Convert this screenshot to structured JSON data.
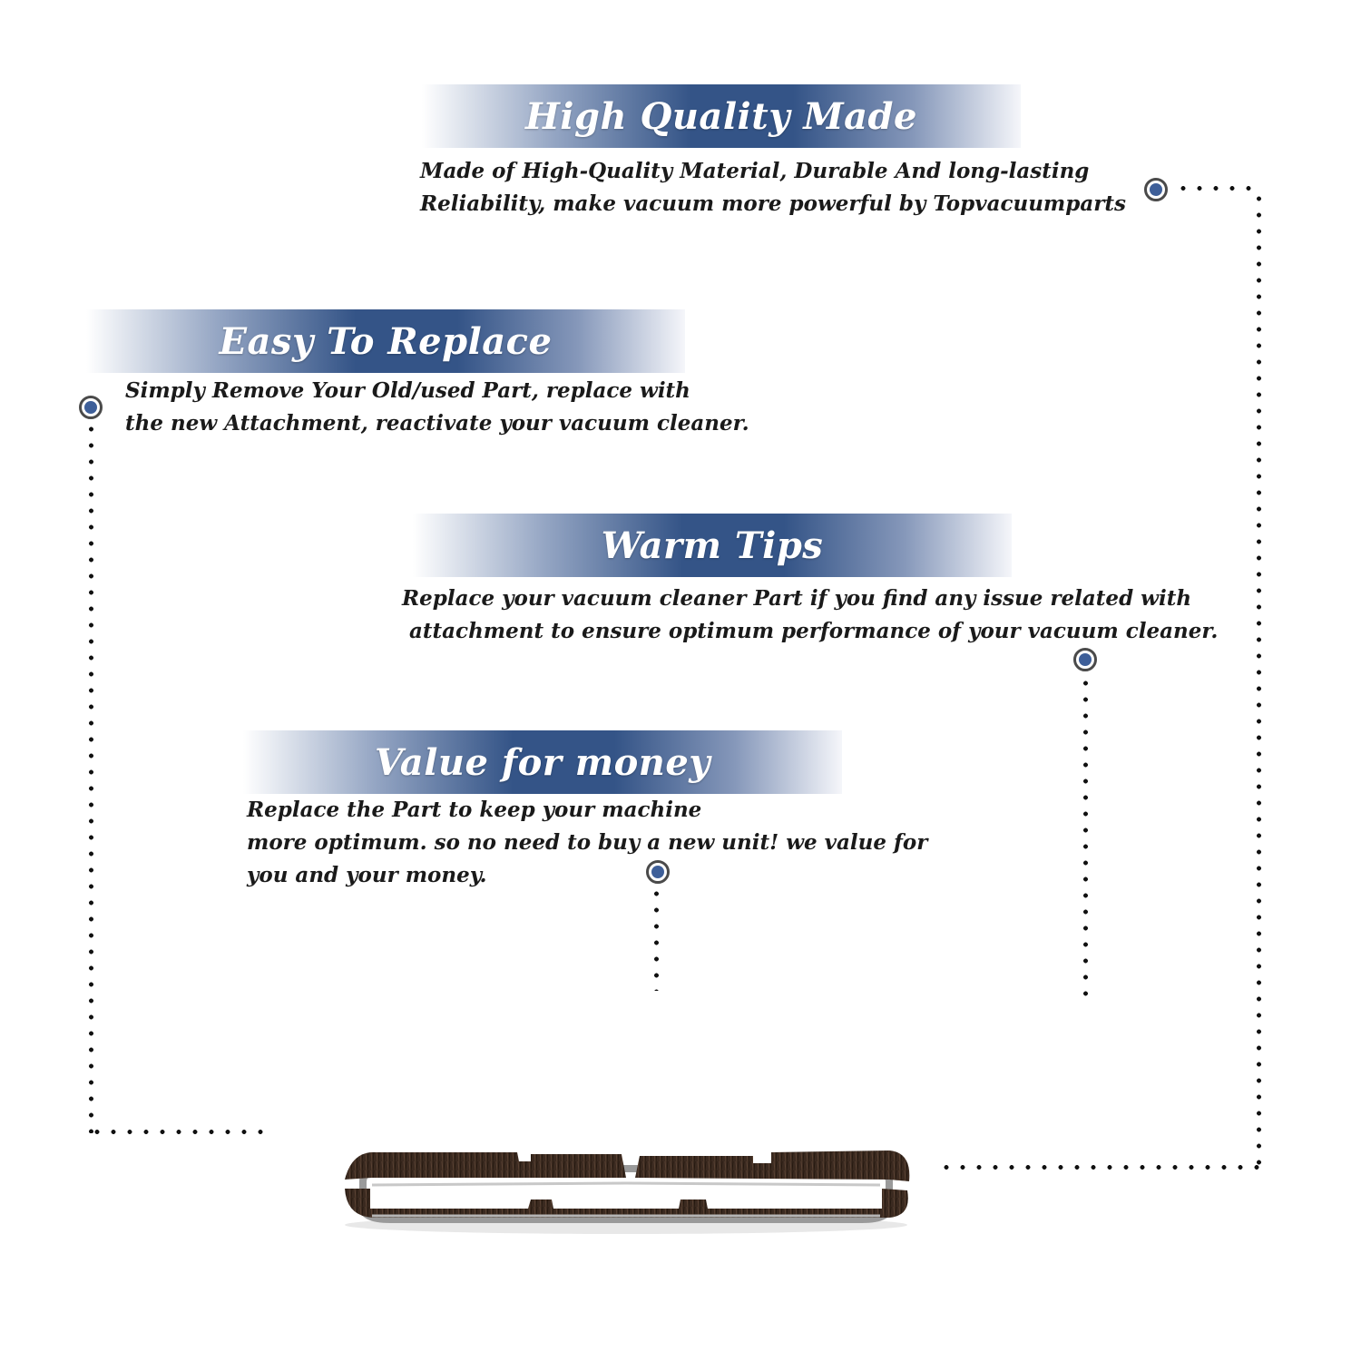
{
  "sections": [
    {
      "title": "High Quality Made",
      "lines": [
        "Made of  High-Quality Material, Durable And long-lasting",
        "Reliability, make vacuum more powerful by Topvacuumparts"
      ]
    },
    {
      "title": "Easy To Replace",
      "lines": [
        "Simply Remove Your Old/used Part, replace with",
        "the new Attachment, reactivate your vacuum cleaner."
      ]
    },
    {
      "title": "Warm Tips",
      "lines": [
        "Replace your vacuum cleaner Part if you find any issue related with",
        " attachment to ensure optimum performance of your vacuum cleaner."
      ]
    },
    {
      "title": "Value for money",
      "lines": [
        "Replace the Part to keep your machine",
        "more optimum. so no need to buy a new unit! we value for",
        "you and your money."
      ]
    }
  ],
  "colors": {
    "banner": "#345487",
    "marker_fill": "#3e5f99",
    "text": "#1a1a1a",
    "brush_bristle": "#3b2a20",
    "brush_frame": "#9a9a9a"
  },
  "product": {
    "icon": "vacuum-brush-strip-image"
  }
}
